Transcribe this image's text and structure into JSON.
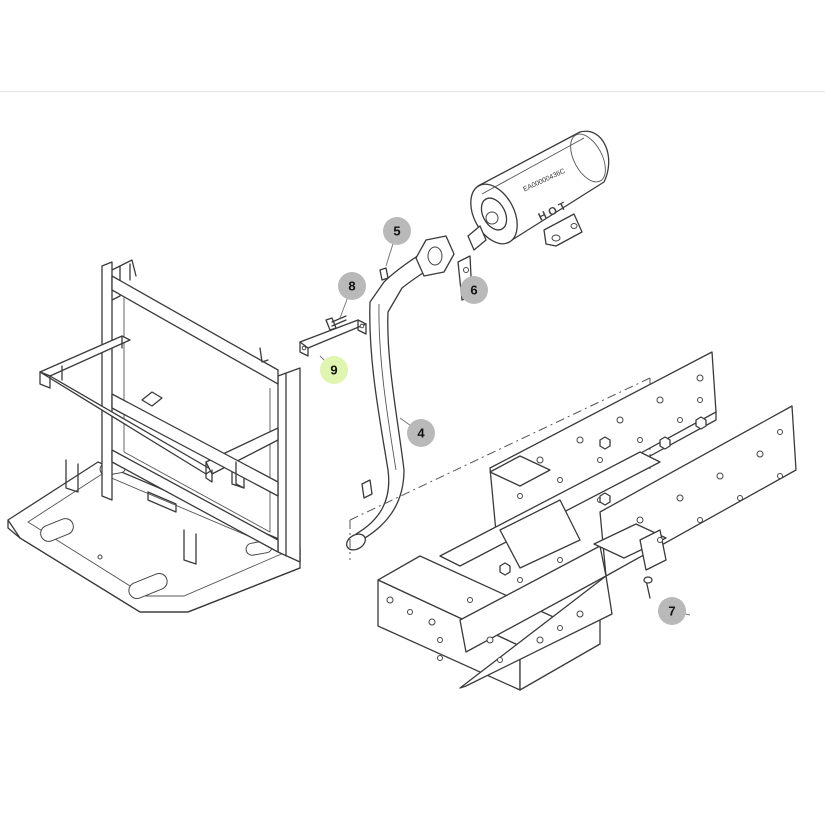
{
  "diagram": {
    "muffler_label": "EA00000436C",
    "hot_label": "HOT"
  },
  "callouts": [
    {
      "id": "c4",
      "label": "4",
      "color": "#b9b9b9"
    },
    {
      "id": "c5",
      "label": "5",
      "color": "#b9b9b9"
    },
    {
      "id": "c6",
      "label": "6",
      "color": "#b9b9b9"
    },
    {
      "id": "c7",
      "label": "7",
      "color": "#b9b9b9"
    },
    {
      "id": "c8",
      "label": "8",
      "color": "#b9b9b9"
    },
    {
      "id": "c9",
      "label": "9",
      "color": "#dff5b0"
    }
  ]
}
